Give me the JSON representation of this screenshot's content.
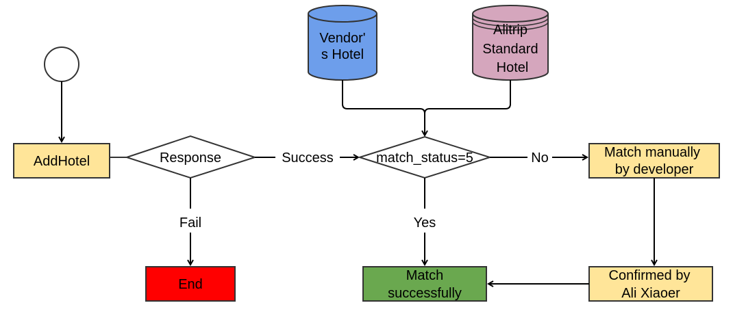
{
  "diagram": {
    "nodes": {
      "start": {
        "label": ""
      },
      "add_hotel": {
        "label": "AddHotel",
        "fill": "#FFE599"
      },
      "response": {
        "label": "Response"
      },
      "vendor_db": {
        "lines": [
          "Vendor'",
          "s Hotel"
        ],
        "fill": "#6D9EEB"
      },
      "alitrip_db": {
        "lines": [
          "Alitrip",
          "Standard",
          "Hotel"
        ],
        "fill": "#D5A6BD"
      },
      "match_status": {
        "label": "match_status=5"
      },
      "manual": {
        "lines": [
          "Match manually",
          "by developer"
        ],
        "fill": "#FFE599"
      },
      "end": {
        "label": "End",
        "fill": "#FF0000"
      },
      "success": {
        "lines": [
          "Match",
          "successfully"
        ],
        "fill": "#6AA84F"
      },
      "confirmed": {
        "lines": [
          "Confirmed by",
          "Ali Xiaoer"
        ],
        "fill": "#FFE599"
      }
    },
    "edges": {
      "success_label": "Success",
      "fail_label": "Fail",
      "no_label": "No",
      "yes_label": "Yes"
    }
  }
}
